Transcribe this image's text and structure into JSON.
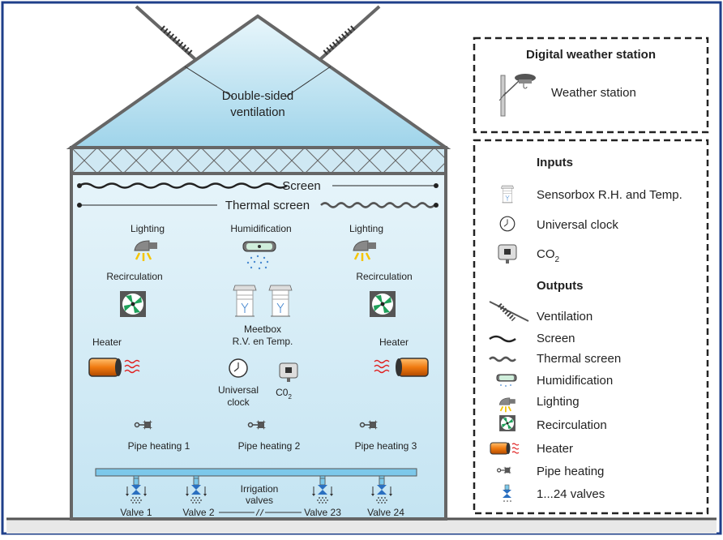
{
  "roof": {
    "line1": "Double-sided",
    "line2": "ventilation"
  },
  "screens": {
    "screen": "Screen",
    "thermal_screen": "Thermal screen"
  },
  "greenhouse": {
    "lighting_left": "Lighting",
    "lighting_right": "Lighting",
    "humidification": "Humidification",
    "recirculation_left": "Recirculation",
    "recirculation_right": "Recirculation",
    "meetbox_line1": "Meetbox",
    "meetbox_line2": "R.V. en Temp.",
    "heater_left": "Heater",
    "heater_right": "Heater",
    "clock_line1": "Universal",
    "clock_line2": "clock",
    "co2_main": "C0",
    "co2_sub": "2",
    "pipe_heating_1": "Pipe heating 1",
    "pipe_heating_2": "Pipe heating 2",
    "pipe_heating_3": "Pipe heating 3",
    "irrigation_line1": "Irrigation",
    "irrigation_line2": "valves",
    "valve_1": "Valve 1",
    "valve_2": "Valve 2",
    "valve_23": "Valve 23",
    "valve_24": "Valve 24"
  },
  "legend": {
    "weather_title": "Digital weather station",
    "weather_station": "Weather station",
    "inputs_title": "Inputs",
    "sensorbox": "Sensorbox R.H. and Temp.",
    "universal_clock": "Universal clock",
    "co2_main": "CO",
    "co2_sub": "2",
    "outputs_title": "Outputs",
    "ventilation": "Ventilation",
    "screen": "Screen",
    "thermal_screen": "Thermal screen",
    "humidification": "Humidification",
    "lighting": "Lighting",
    "recirculation": "Recirculation",
    "heater": "Heater",
    "pipe_heating": "Pipe heating",
    "valves": "1...24 valves"
  },
  "colors": {
    "frame_blue": "#1f3f8a",
    "greenhouse_fill": "#d6edf7",
    "roof_fill": "#bfe3f1",
    "fan_green": "#1fa05a",
    "heater_orange": "#f07a10",
    "heater_wave": "#e02020",
    "light_yellow": "#f5c400",
    "valve_blue": "#2a6fc0",
    "pipe_blue": "#7cc8ea"
  }
}
